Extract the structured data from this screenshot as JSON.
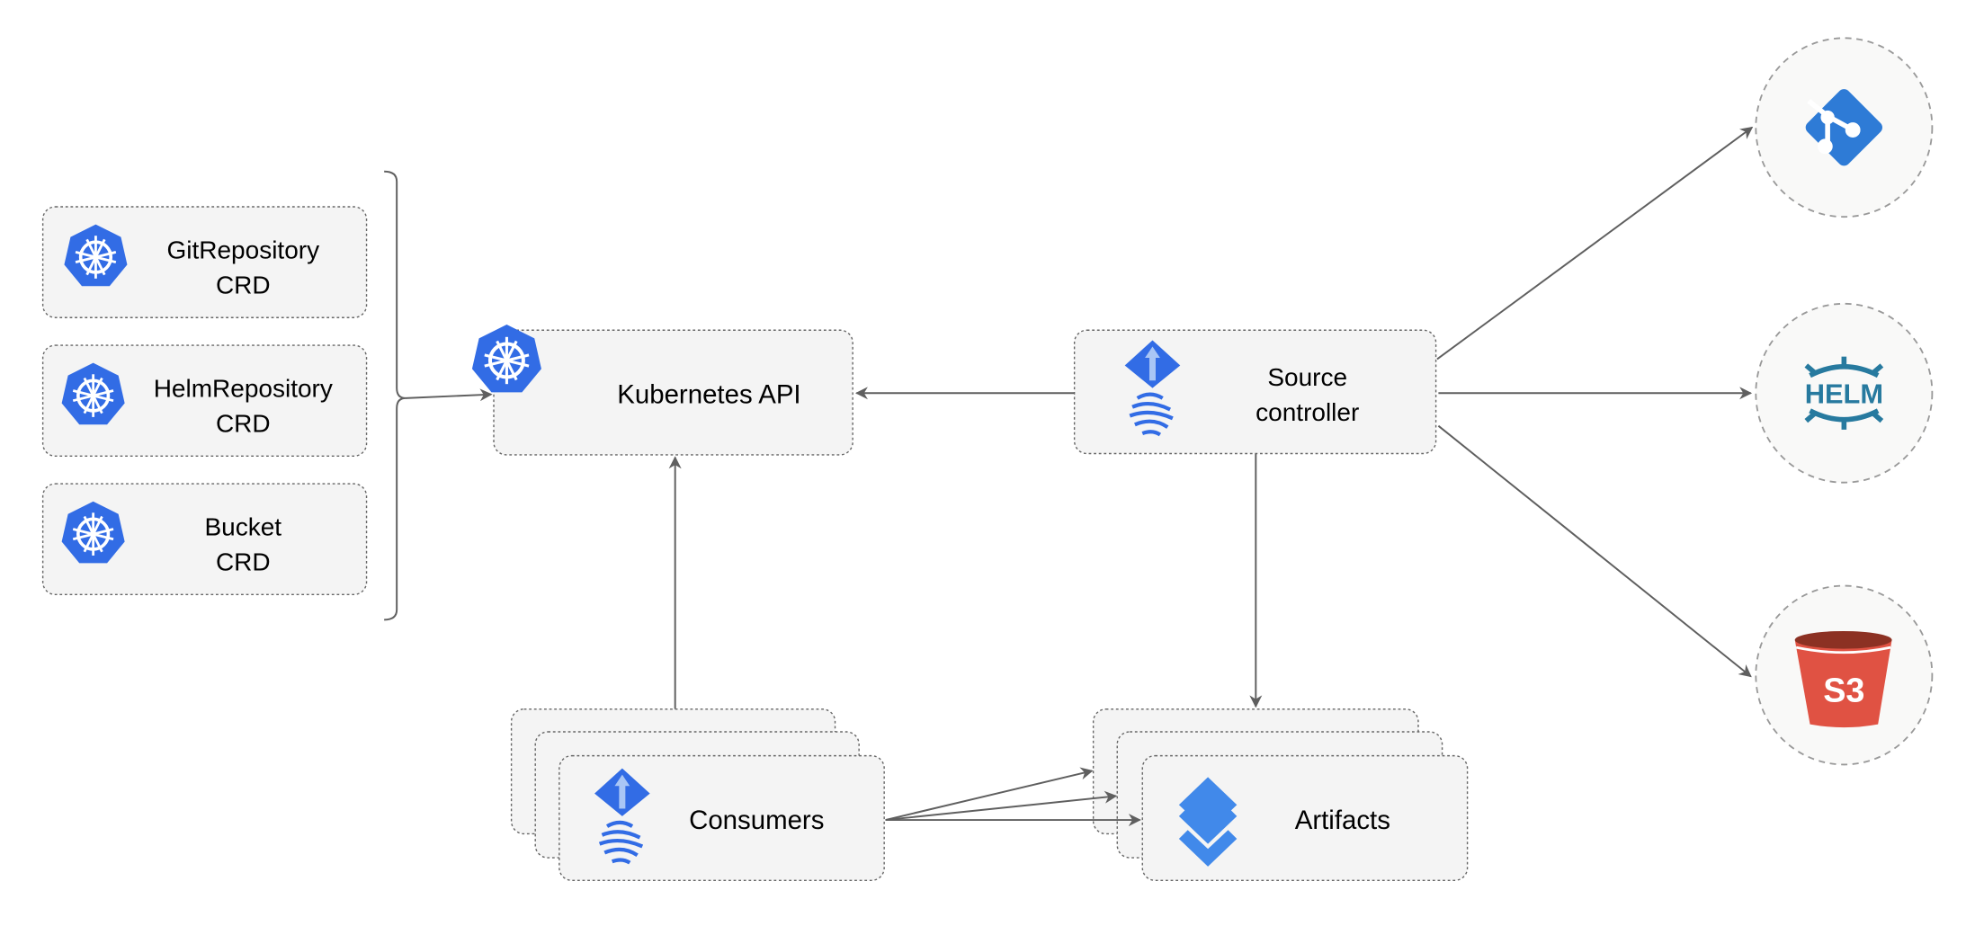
{
  "crds": [
    {
      "line1": "GitRepository",
      "line2": "CRD"
    },
    {
      "line1": "HelmRepository",
      "line2": "CRD"
    },
    {
      "line1": "Bucket",
      "line2": "CRD"
    }
  ],
  "kubernetes_api": {
    "label": "Kubernetes API",
    "icon": "kubernetes-icon"
  },
  "source_controller": {
    "line1": "Source",
    "line2": "controller",
    "icon": "flux-icon"
  },
  "consumers": {
    "label": "Consumers",
    "icon": "flux-icon"
  },
  "artifacts": {
    "label": "Artifacts",
    "icon": "layers-icon"
  },
  "sources": [
    {
      "icon": "git-icon"
    },
    {
      "icon": "helm-icon",
      "text": "HELM"
    },
    {
      "icon": "s3-bucket-icon",
      "text": "S3"
    }
  ],
  "colors": {
    "k8s_blue": "#326ce5",
    "git_blue": "#2e7bd6",
    "helm_blue": "#277a9f",
    "s3_red": "#e05243",
    "s3_dark": "#8c3123",
    "layers_blue": "#4189ea"
  }
}
